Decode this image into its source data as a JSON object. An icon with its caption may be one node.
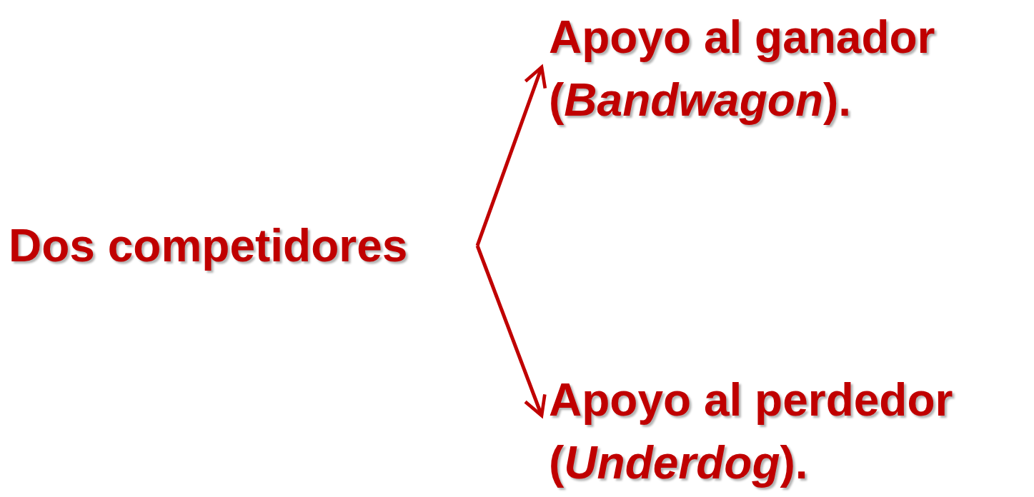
{
  "diagram": {
    "nodes": [
      {
        "text": [
          "Dos competidores"
        ]
      },
      {
        "text": [
          "Apoyo al ganador (*Bandwagon*)."
        ]
      },
      {
        "text": [
          "Apoyo al perdedor (*Underdog*)."
        ]
      }
    ],
    "edges": [
      {
        "from": 0,
        "to": 1,
        "arrow": "to"
      },
      {
        "from": 0,
        "to": 2,
        "arrow": "to"
      }
    ]
  }
}
